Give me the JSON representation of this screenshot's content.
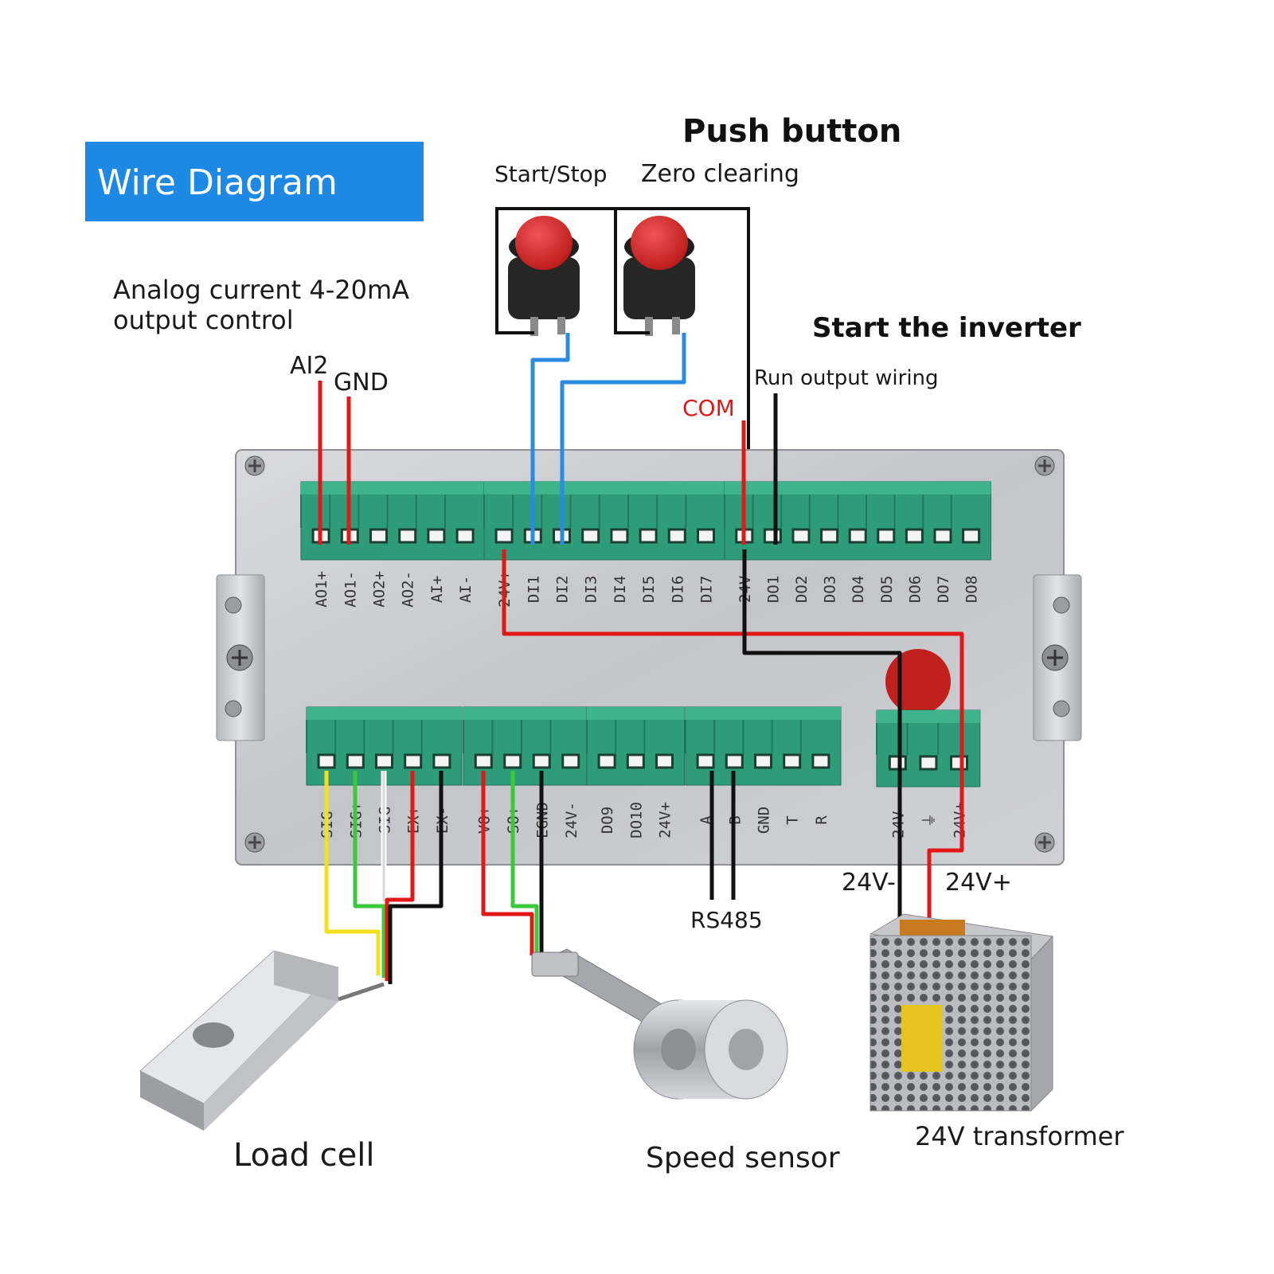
{
  "title": "Wire Diagram",
  "colors": {
    "title_bg": "#1e88e5",
    "terminal_green": "#2e9c78",
    "wire_red": "#e01818",
    "wire_blue": "#2a8be0",
    "wire_black": "#111111",
    "wire_yellow": "#f2e11a",
    "wire_green": "#3ac93a",
    "wire_white": "#ffffff",
    "label_red": "#e01818"
  },
  "labels": {
    "push_button": "Push button",
    "start_stop": "Start/Stop",
    "zero_clearing": "Zero clearing",
    "analog_line1": "Analog current 4-20mA",
    "analog_line2": "output control",
    "ai2": "AI2",
    "gnd": "GND",
    "start_inverter": "Start the inverter",
    "run_output": "Run output wiring",
    "com": "COM",
    "rs485": "RS485",
    "v24_minus": "24V-",
    "v24_plus": "24V+",
    "load_cell": "Load cell",
    "speed_sensor": "Speed sensor",
    "transformer": "24V transformer"
  },
  "terminals": {
    "top_block1": [
      "AO1+",
      "AO1-",
      "AO2+",
      "AO2-",
      "AI+",
      "AI-"
    ],
    "top_block2": [
      "24V+",
      "DI1",
      "DI2",
      "DI3",
      "DI4",
      "DI5",
      "DI6",
      "DI7"
    ],
    "top_block3": [
      "24V",
      "DO1",
      "DO2",
      "DO3",
      "DO4",
      "DO5",
      "DO6",
      "DO7",
      "DO8"
    ],
    "bottom_block1": [
      "SIG-",
      "SIG+",
      "SIG",
      "EX+",
      "EX-"
    ],
    "bottom_block2": [
      "VO+",
      "SO+",
      "EGND",
      "24V-"
    ],
    "bottom_block3": [
      "DO9",
      "DO10",
      "24V+"
    ],
    "bottom_block4": [
      "A",
      "B",
      "GND",
      "T",
      "R"
    ],
    "bottom_block5": [
      "24V-",
      "⏚",
      "24V+"
    ]
  },
  "icons": [
    "push-button-icon",
    "screw-icon",
    "load-cell-icon",
    "speed-sensor-icon",
    "power-supply-icon",
    "ground-icon"
  ]
}
